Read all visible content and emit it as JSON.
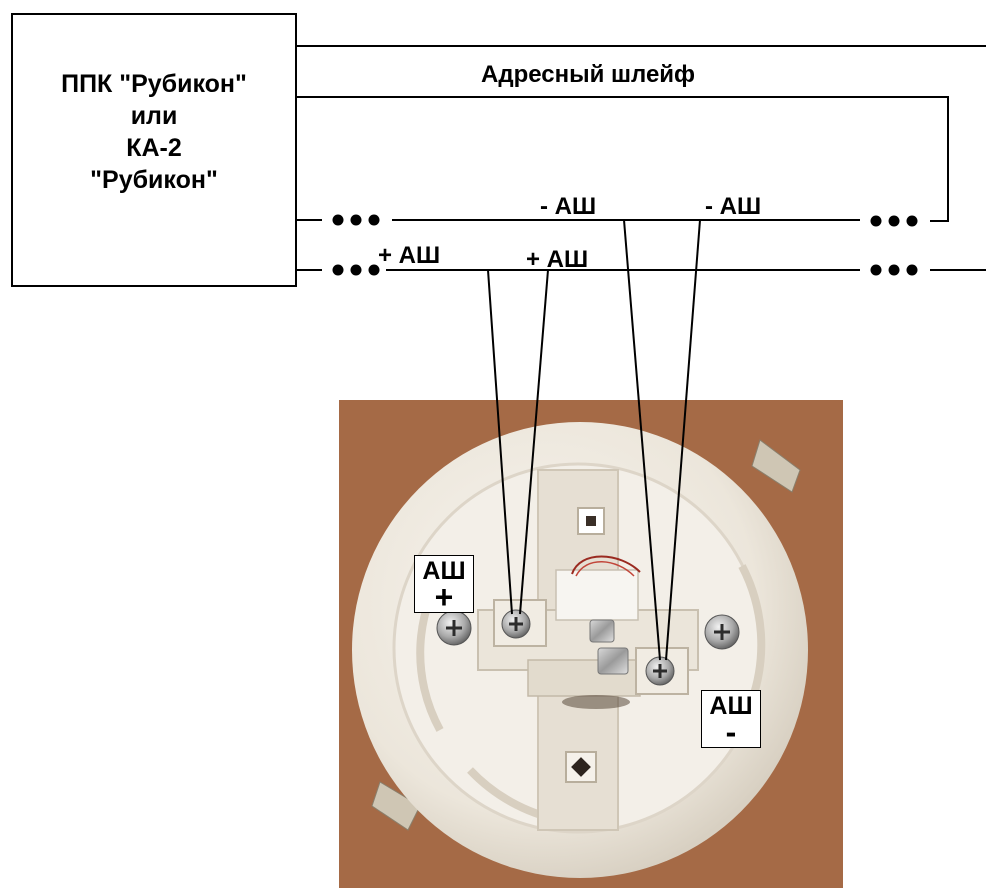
{
  "device_box": {
    "lines": [
      "ППК \"Рубикон\"",
      "или",
      "КА-2",
      "\"Рубикон\""
    ]
  },
  "loop_label": "Адресный шлейф",
  "wire_labels": {
    "minus_1": "- АШ",
    "minus_2": "- АШ",
    "plus_1": "+ АШ",
    "plus_2": "+ АШ"
  },
  "photo_labels": {
    "plus_tag": {
      "top": "АШ",
      "sign": "+"
    },
    "minus_tag": {
      "top": "АШ",
      "sign": "-"
    }
  }
}
